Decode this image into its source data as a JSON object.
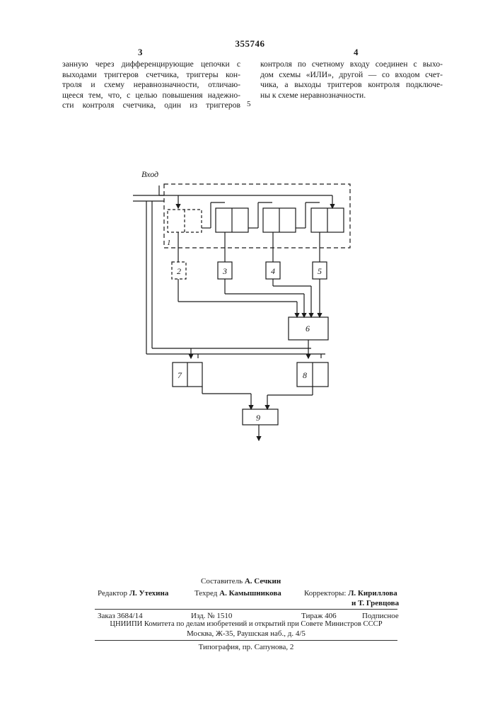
{
  "patent_number": "355746",
  "left_column": {
    "number": "3",
    "lines": [
      "занную через дифференцирующие цепочки с",
      "выходами триггеров счетчика, триггеры кон-",
      "троля и схему неравнозначности, отличаю-",
      "щееся тем, что, с целью повышения надежно-",
      "сти контроля счетчика, один из триггеров"
    ]
  },
  "right_column": {
    "number": "4",
    "lines": [
      "контроля по счетному входу соединен с выхо-",
      "дом схемы «ИЛИ», другой — со входом счет-",
      "чика, а выходы триггеров контроля подключе-",
      "ны к схеме неравнозначности."
    ]
  },
  "line_number": "5",
  "diagram": {
    "input_label": "Вход",
    "counter_label": "1",
    "blocks": [
      "2",
      "3",
      "4",
      "5",
      "6",
      "7",
      "8",
      "9"
    ]
  },
  "footer": {
    "compiler_label": "Составитель",
    "compiler_name": "А. Сечкин",
    "editor_label": "Редактор",
    "editor_name": "Л. Утехина",
    "techred_label": "Техред",
    "techred_name": "А. Камышникова",
    "correctors_label": "Корректоры:",
    "corrector1": "Л. Кириллова",
    "corrector2": "и Т. Гревцова",
    "order": "Заказ 3684/14",
    "edition": "Изд. № 1510",
    "circulation": "Тираж 406",
    "subscription": "Подписное",
    "institute_line1": "ЦНИИПИ Комитета по делам изобретений и открытий при Совете Министров СССР",
    "institute_line2": "Москва, Ж-35, Раушская наб., д. 4/5",
    "printer": "Типография, пр. Сапунова, 2"
  }
}
